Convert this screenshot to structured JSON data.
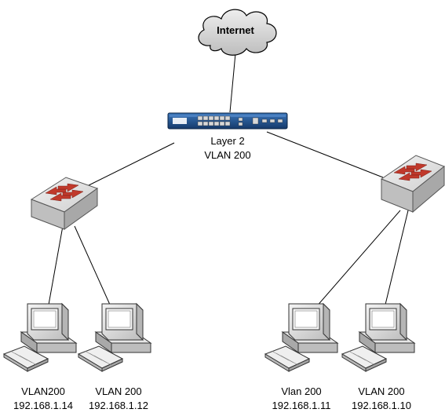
{
  "cloud": {
    "label": "Internet"
  },
  "firewall": {
    "line1": "Layer 2",
    "line2": "VLAN 200"
  },
  "hosts": [
    {
      "name": "VLAN200",
      "ip": "192.168.1.14"
    },
    {
      "name": "VLAN 200",
      "ip": "192.168.1.12"
    },
    {
      "name": "Vlan 200",
      "ip": "192.168.1.11"
    },
    {
      "name": "VLAN 200",
      "ip": "192.168.1.10"
    }
  ],
  "colors": {
    "switch_arrow": "#c0392b",
    "firewall_body": "#1d4f8c",
    "cloud_fill": "#d9d9d9"
  }
}
